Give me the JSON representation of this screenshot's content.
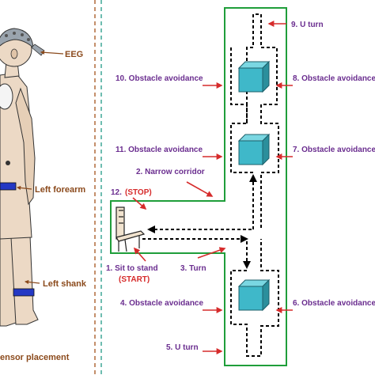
{
  "colors": {
    "left_label": "#8b4a1c",
    "step_label": "#6a2d8f",
    "stop_start": "#d62b2b",
    "arrow_red": "#d62b2b",
    "corridor": "#1f9e3a",
    "divider_left": "#b06a3a",
    "divider_right": "#3fa796",
    "cube": "#3fb8c9",
    "path_arrow": "#000000"
  },
  "sensors": {
    "eeg": "EEG",
    "left_forearm": "Left forearm",
    "left_shank": "Left shank",
    "caption": "ensor placement"
  },
  "steps": {
    "s1": "1. Sit to stand",
    "s1_start": "(START)",
    "s2": "2. Narrow corridor",
    "s3": "3. Turn",
    "s4": "4. Obstacle avoidance",
    "s5": "5. U turn",
    "s6": "6. Obstacle avoidance",
    "s7": "7. Obstacle avoidance",
    "s8": "8. Obstacle avoidance",
    "s9": "9. U turn",
    "s10": "10. Obstacle avoidance",
    "s11": "11. Obstacle avoidance",
    "s12_num": "12.",
    "s12_stop": "(STOP)"
  },
  "icons": {
    "person": "standing-person-with-eeg-cap",
    "chair": "chair-icon",
    "obstacle": "cube-obstacle-icon"
  }
}
